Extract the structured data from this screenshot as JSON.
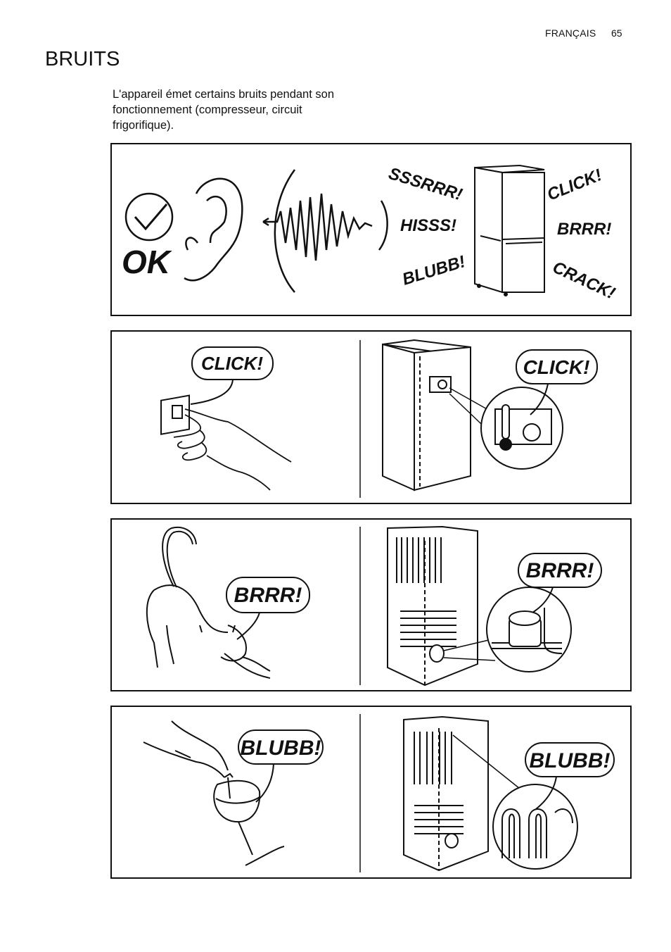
{
  "header": {
    "language": "FRANÇAIS",
    "page_number": "65"
  },
  "section": {
    "title": "BRUITS",
    "intro": "L'appareil émet certains bruits pendant son fonctionnement (compresseur, circuit frigorifique)."
  },
  "panel_overview": {
    "ok_label": "OK",
    "sounds_left": [
      "SSSRRR!",
      "HISSS!",
      "BLUBB!"
    ],
    "sounds_right": [
      "CLICK!",
      "BRRR!",
      "CRACK!"
    ]
  },
  "panel_click": {
    "left_bubble": "CLICK!",
    "right_bubble": "CLICK!"
  },
  "panel_brrr": {
    "left_bubble": "BRRR!",
    "right_bubble": "BRRR!"
  },
  "panel_blubb": {
    "left_bubble": "BLUBB!",
    "right_bubble": "BLUBB!"
  }
}
